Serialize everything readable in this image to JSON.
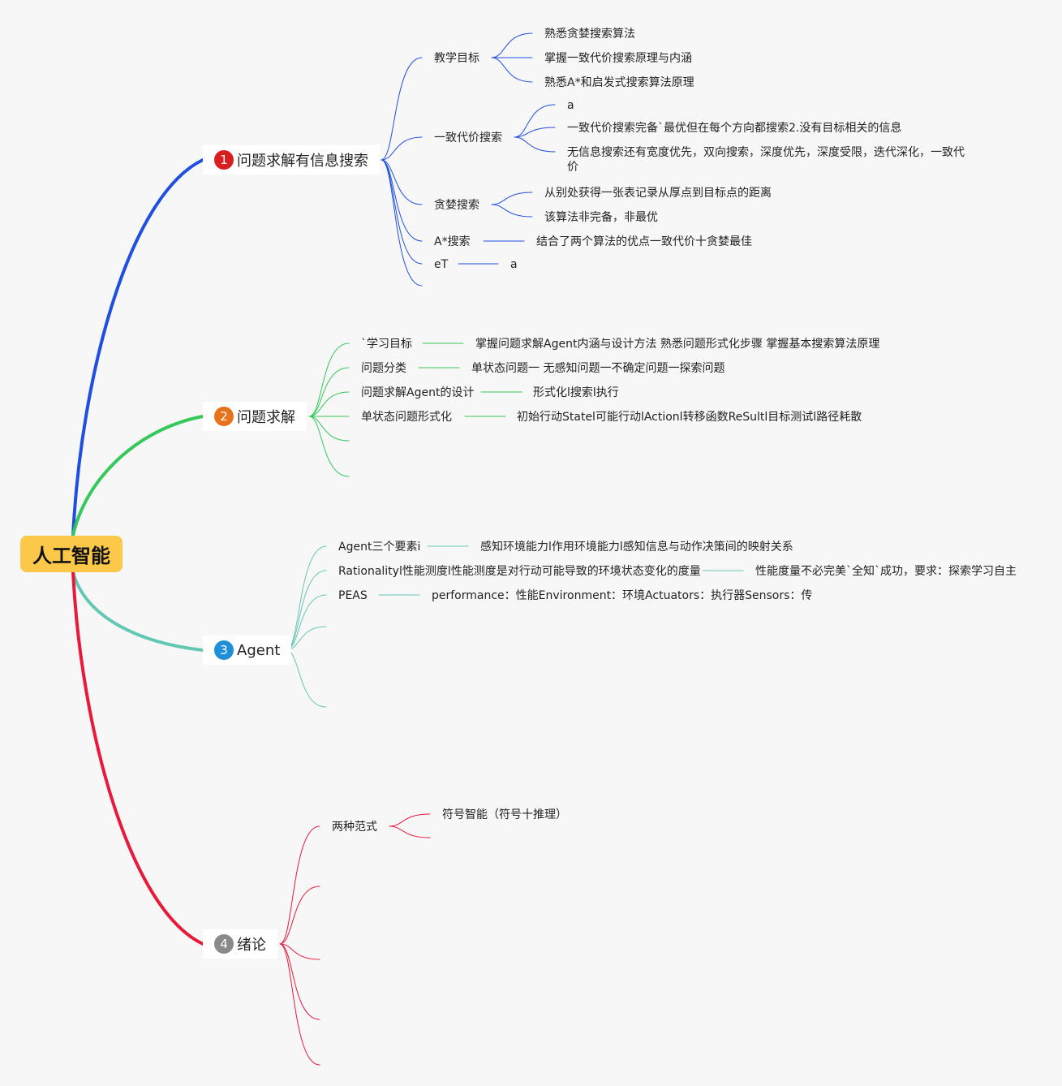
{
  "root": "人工智能",
  "colors": {
    "blue": "#1f4fe0",
    "green": "#35c85a",
    "teal": "#62c8b4",
    "red": "#e8193a",
    "badge1": "#d81e1e",
    "badge2": "#e8711c",
    "badge3": "#1e8fd8",
    "badge4": "#8a8a8a"
  },
  "branches": [
    {
      "badge": "1",
      "title": "问题求解有信息搜索",
      "children": [
        {
          "label": "教学目标",
          "children": [
            "熟悉贪婪搜索算法",
            "掌握一致代价搜索原理与内涵",
            "熟悉A*和启发式搜索算法原理"
          ]
        },
        {
          "label": "一致代价搜索",
          "children": [
            "a",
            "一致代价搜索完备`最优但在每个方向都搜索2.没有目标相关的信息",
            "无信息搜索还有宽度优先，双向搜索，深度优先，深度受限，迭代深化，一致代价"
          ]
        },
        {
          "label": "贪婪搜索",
          "children": [
            "从别处获得一张表记录从厚点到目标点的距离",
            "该算法非完备，非最优"
          ]
        },
        {
          "label": "A*搜索",
          "detail": "结合了两个算法的优点一致代价十贪婪最佳"
        },
        {
          "label": "eT",
          "detail": "a"
        }
      ]
    },
    {
      "badge": "2",
      "title": "问题求解",
      "children": [
        {
          "label": "`学习目标",
          "detail": "掌握问题求解Agent内涵与设计方法 熟悉问题形式化步骤 掌握基本搜索算法原理"
        },
        {
          "label": "问题分类",
          "detail": "单状态问题一 无感知问题一不确定问题一探索问题"
        },
        {
          "label": "问题求解Agent的设计",
          "detail": "形式化l搜索l执行"
        },
        {
          "label": "单状态问题形式化",
          "detail": "初始行动Statel可能行动lActionl转移函数ReSultl目标测试l路径耗散"
        }
      ]
    },
    {
      "badge": "3",
      "title": "Agent",
      "children": [
        {
          "label": "Agent三个要素i",
          "detail": "感知环境能力l作用环境能力l感知信息与动作决策间的映射关系"
        },
        {
          "label": "Rationalityl性能测度l性能测度是对行动可能导致的环境状态变化的度量",
          "detail": "性能度量不必完美`全知`成功，要求：探索学习自主"
        },
        {
          "label": "PEAS",
          "detail": "performance：性能Environment：环境Actuators：执行器Sensors：传"
        }
      ]
    },
    {
      "badge": "4",
      "title": "绪论",
      "children": [
        {
          "label": "两种范式",
          "children": [
            "符号智能（符号十推理）"
          ]
        }
      ]
    }
  ]
}
